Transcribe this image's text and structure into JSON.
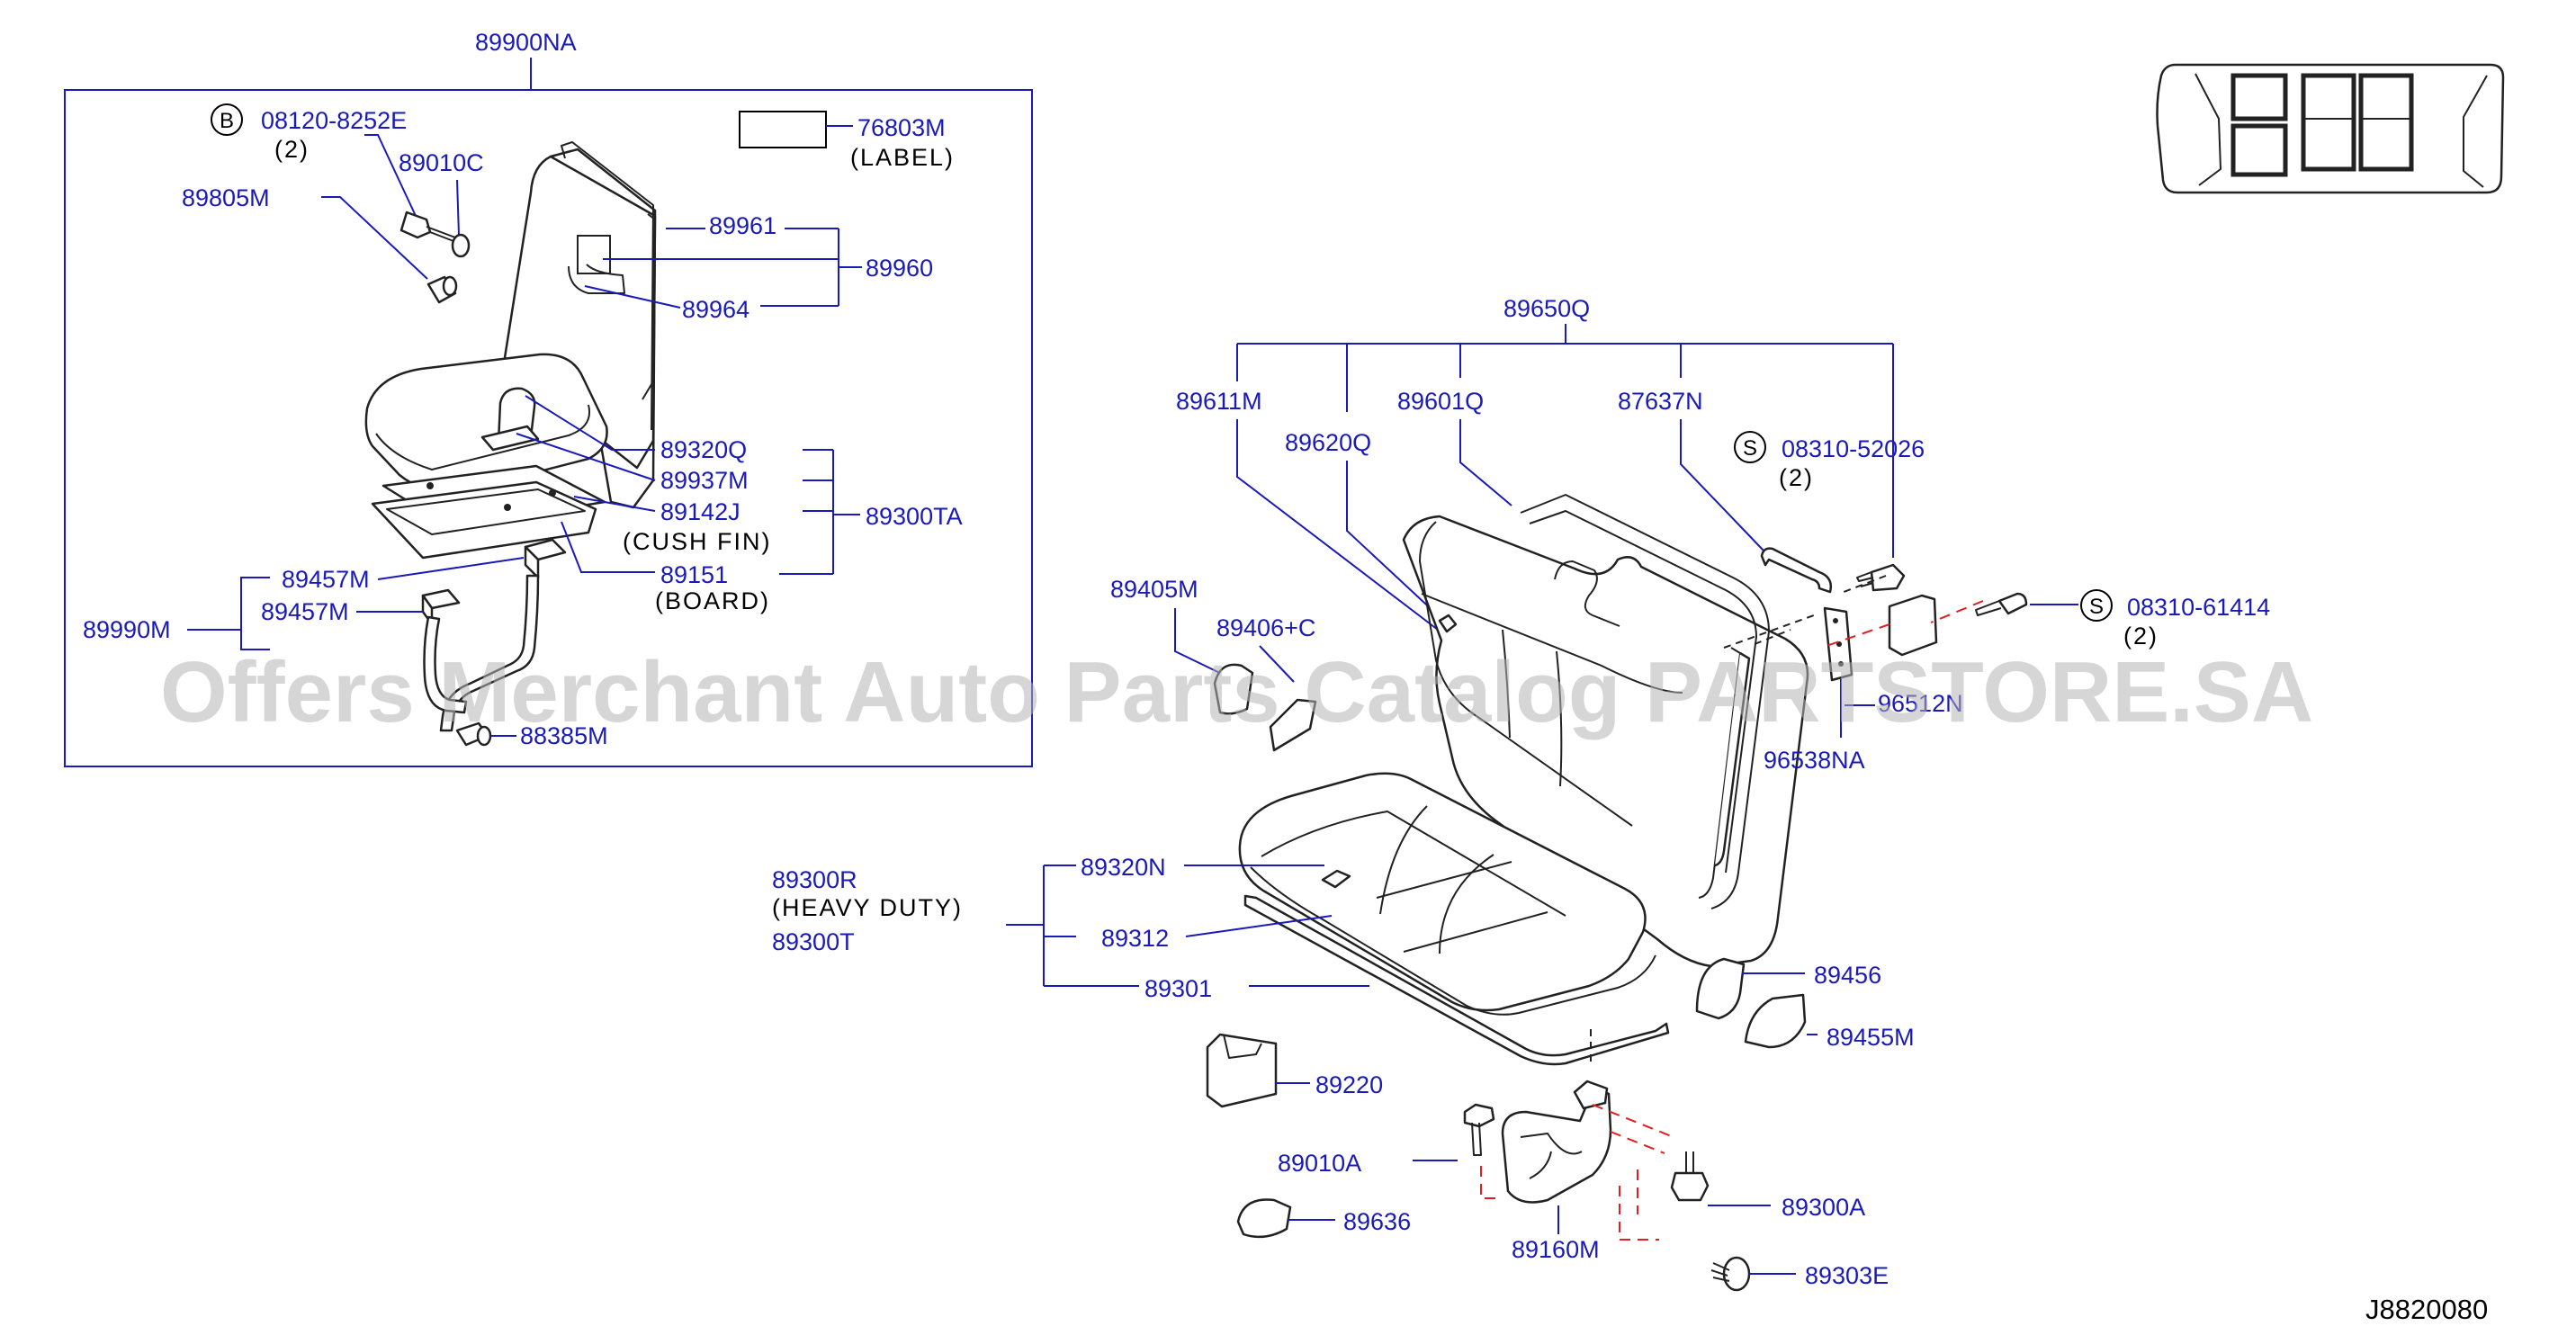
{
  "frame": {
    "assembly": "89900NA"
  },
  "labels": {
    "p08120": "08120-8252E",
    "p08120_qty": "(2)",
    "p89010C": "89010C",
    "p89805M": "89805M",
    "p76803M": "76803M",
    "p76803M_note": "(LABEL)",
    "p89961": "89961",
    "p89960": "89960",
    "p89964": "89964",
    "p89320Q": "89320Q",
    "p89937M": "89937M",
    "p89142J": "89142J",
    "p89142J_note": "(CUSH   FIN)",
    "p89300TA": "89300TA",
    "p89457M_a": "89457M",
    "p89457M_b": "89457M",
    "p89990M": "89990M",
    "p89151": "89151",
    "p89151_note": "(BOARD)",
    "p88385M": "88385M",
    "p89650Q": "89650Q",
    "p89611M": "89611M",
    "p89620Q": "89620Q",
    "p89601Q": "89601Q",
    "p87637N": "87637N",
    "p08310_52026": "08310-52026",
    "p08310_52026_qty": "(2)",
    "p08310_61414": "08310-61414",
    "p08310_61414_qty": "(2)",
    "p89405M": "89405M",
    "p89406C": "89406+C",
    "p96512N": "96512N",
    "p96538NA": "96538NA",
    "p89300R": "89300R",
    "p89300R_note": "(HEAVY   DUTY)",
    "p89300T": "89300T",
    "p89320N": "89320N",
    "p89312": "89312",
    "p89301": "89301",
    "p89456": "89456",
    "p89455M": "89455M",
    "p89220": "89220",
    "p89010A": "89010A",
    "p89636": "89636",
    "p89160M": "89160M",
    "p89300A": "89300A",
    "p89303E": "89303E"
  },
  "symbols": {
    "b": "B",
    "s1": "S",
    "s2": "S"
  },
  "diagram_code": "J8820080",
  "watermark": "Offers Merchant Auto Parts Catalog PARTSTORE.SA",
  "colors": {
    "label": "#1a1ab8",
    "leader": "#1a1ab8",
    "fastener_path": "#e02020"
  }
}
